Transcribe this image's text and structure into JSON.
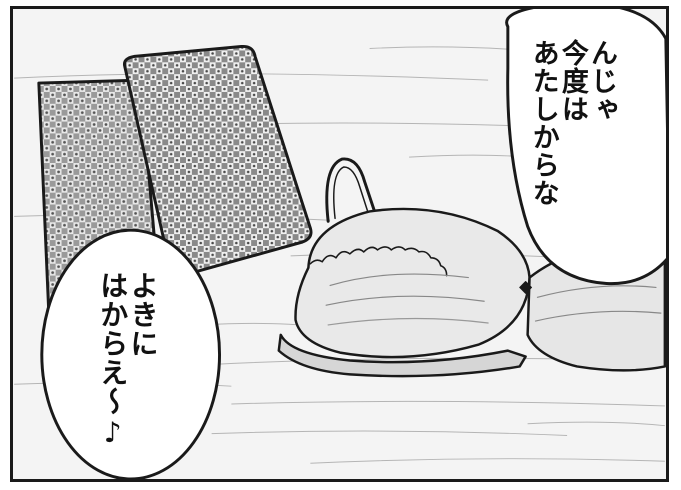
{
  "panel": {
    "speech_right": {
      "line1": "んじゃ",
      "line2": "今度は",
      "line3": "あたしからな"
    },
    "speech_left": {
      "line1": "よきに",
      "line2": "はからえ〜♪"
    }
  },
  "objects": {
    "left": "checkered-cushions-icon",
    "center": "bra-icon"
  }
}
